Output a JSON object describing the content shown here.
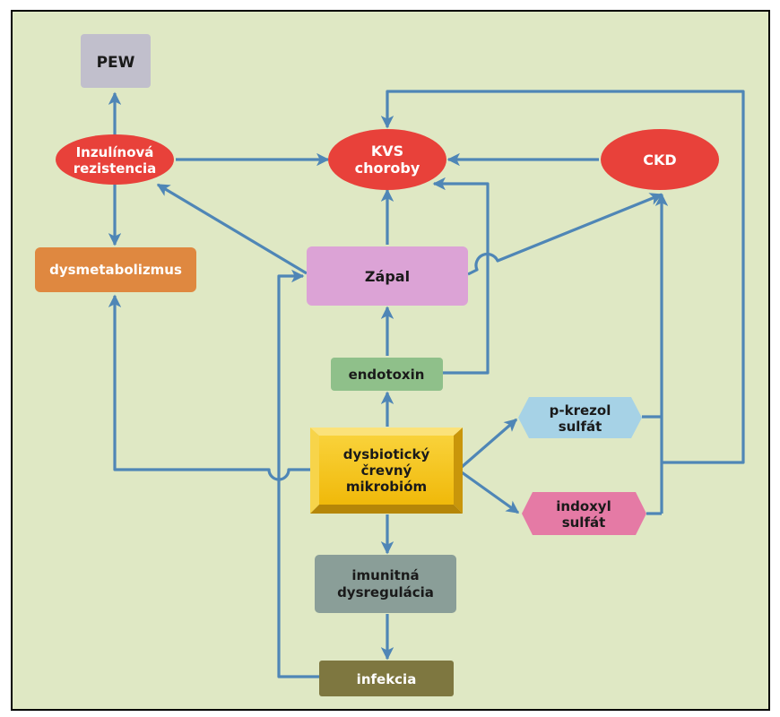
{
  "diagram": {
    "colors": {
      "background": "#dfe8c4",
      "border": "#000000",
      "arrow": "#4f86b6",
      "pew": "#c1bfcc",
      "red": "#e8413a",
      "orange": "#df8840",
      "pink": "#dca3d6",
      "green": "#8fc08a",
      "gold": "#f5c212",
      "blue": "#a6d2e6",
      "magenta": "#e57aa5",
      "slate": "#8a9e98",
      "olive": "#7e7740"
    },
    "nodes": {
      "pew": {
        "line1": "PEW"
      },
      "insulin": {
        "line1": "Inzulínová",
        "line2": "rezistencia"
      },
      "kvs": {
        "line1": "KVS",
        "line2": "choroby"
      },
      "ckd": {
        "line1": "CKD"
      },
      "dysmet": {
        "line1": "dysmetabolizmus"
      },
      "zapal": {
        "line1": "Zápal"
      },
      "endotoxin": {
        "line1": "endotoxin"
      },
      "microbiome": {
        "line1": "dysbiotický",
        "line2": "črevný",
        "line3": "mikrobióm"
      },
      "pkrezol": {
        "line1": "p-krezol",
        "line2": "sulfát"
      },
      "indoxyl": {
        "line1": "indoxyl",
        "line2": "sulfát"
      },
      "imunitna": {
        "line1": "imunitná",
        "line2": "dysregulácia"
      },
      "infekcia": {
        "line1": "infekcia"
      }
    }
  }
}
